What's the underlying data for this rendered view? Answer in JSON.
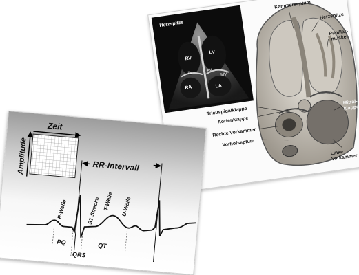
{
  "echo": {
    "title": "Herzspitze",
    "chambers": {
      "rv": "RV",
      "lv": "LV",
      "tv": "TV",
      "av": "AV",
      "mv": "MV",
      "ra": "RA",
      "la": "LA"
    }
  },
  "anatomy": {
    "labels": {
      "kammerseptum": "Kammerseptum",
      "herzspitze": "Herzspitze",
      "papillarmuskel_1": "Papillar-",
      "papillarmuskel_2": "muskel",
      "tricuspidalklappe": "Tricuspidalklappe",
      "aortenklappe": "Aortenklappe",
      "rechte_vorkammer": "Rechte Vorkammer",
      "vorhofseptum": "Vorhofseptum",
      "mitralklappe_1": "Mitral-",
      "mitralklappe_2": "klappe",
      "linke_vorkammer_1": "Linke",
      "linke_vorkammer_2": "Vorkammer"
    }
  },
  "ecg": {
    "zeit": "Zeit",
    "amplitude": "Amplitude",
    "rr_intervall": "RR-Intervall",
    "waves": {
      "p": "P-Welle",
      "st": "ST-Strecke",
      "t": "T-Welle",
      "u": "U-Welle"
    },
    "intervals": {
      "pq": "PQ",
      "qrs": "QRS",
      "qt": "QT"
    }
  }
}
